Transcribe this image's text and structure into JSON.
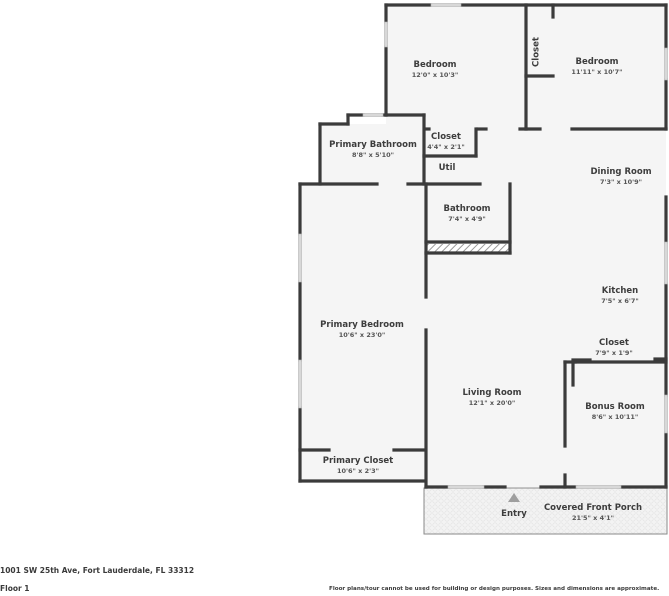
{
  "colors": {
    "wall": "#3b3b3b",
    "floor": "#f5f5f5",
    "window": "#d6d6d6",
    "porch_fill": "#f2f2f2",
    "text": "#3d3d3d"
  },
  "rooms": [
    {
      "id": "bedroom-1",
      "name": "Bedroom",
      "dimensions": "12'0\" x 10'3\""
    },
    {
      "id": "bedroom-2",
      "name": "Bedroom",
      "dimensions": "11'11\" x 10'7\""
    },
    {
      "id": "bedroom-closet",
      "name": "Closet",
      "dimensions": ""
    },
    {
      "id": "primary-bathroom",
      "name": "Primary Bathroom",
      "dimensions": "8'8\" x 5'10\""
    },
    {
      "id": "hall-closet",
      "name": "Closet",
      "dimensions": "4'4\" x 2'1\""
    },
    {
      "id": "util",
      "name": "Util",
      "dimensions": ""
    },
    {
      "id": "bathroom",
      "name": "Bathroom",
      "dimensions": "7'4\" x 4'9\""
    },
    {
      "id": "dining-room",
      "name": "Dining Room",
      "dimensions": "7'3\" x 10'9\""
    },
    {
      "id": "kitchen",
      "name": "Kitchen",
      "dimensions": "7'5\" x 6'7\""
    },
    {
      "id": "primary-bedroom",
      "name": "Primary Bedroom",
      "dimensions": "10'6\" x 23'0\""
    },
    {
      "id": "kitchen-closet",
      "name": "Closet",
      "dimensions": "7'9\" x 1'9\""
    },
    {
      "id": "living-room",
      "name": "Living Room",
      "dimensions": "12'1\" x 20'0\""
    },
    {
      "id": "bonus-room",
      "name": "Bonus Room",
      "dimensions": "8'6\" x 10'11\""
    },
    {
      "id": "primary-closet",
      "name": "Primary Closet",
      "dimensions": "10'6\" x 2'3\""
    },
    {
      "id": "covered-front-porch",
      "name": "Covered Front Porch",
      "dimensions": "21'5\" x 4'1\""
    }
  ],
  "entry": {
    "label": "Entry",
    "icon": "triangle-up-icon"
  },
  "footer": {
    "address": "1001 SW 25th Ave, Fort Lauderdale, FL 33312",
    "floor": "Floor 1",
    "disclaimer": "Floor plans/tour cannot be used for building or design purposes. Sizes and dimensions are approximate."
  }
}
